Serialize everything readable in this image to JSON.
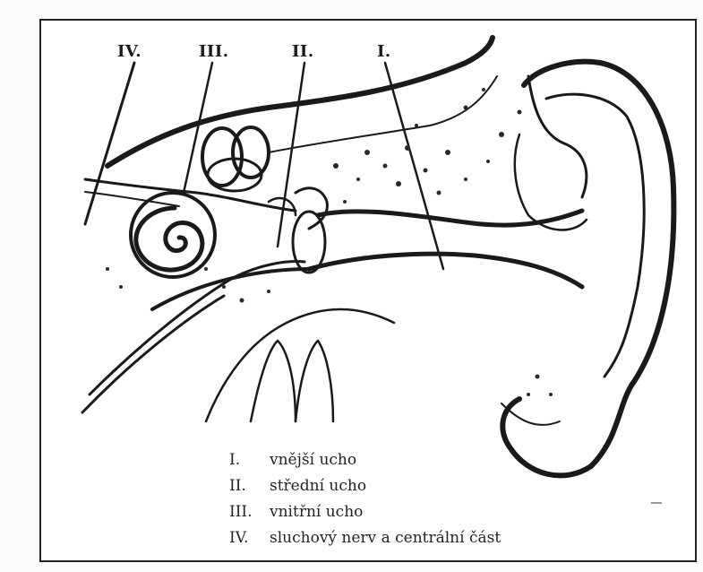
{
  "labels": {
    "iv": "IV.",
    "iii": "III.",
    "ii": "II.",
    "i": "I."
  },
  "legend": [
    {
      "num": "I.",
      "text": "vnější ucho"
    },
    {
      "num": "II.",
      "text": "střední ucho"
    },
    {
      "num": "III.",
      "text": "vnitřní ucho"
    },
    {
      "num": "IV.",
      "text": "sluchový nerv a centrální část"
    }
  ]
}
